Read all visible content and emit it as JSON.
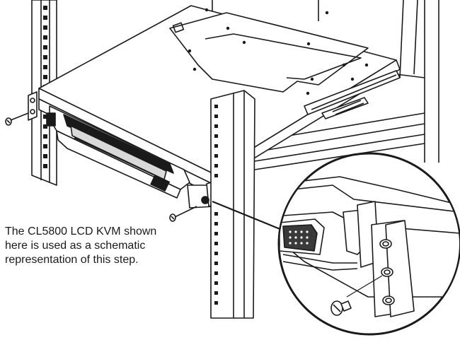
{
  "caption": {
    "line1": "The CL5800 LCD KVM shown",
    "line2": "here is used as a schematic",
    "line3": "representation of this step."
  },
  "colors": {
    "stroke": "#1a1a1a",
    "fill_light": "#ffffff",
    "fill_gray": "#d9d9d9",
    "fill_dark": "#3a3a3a"
  }
}
